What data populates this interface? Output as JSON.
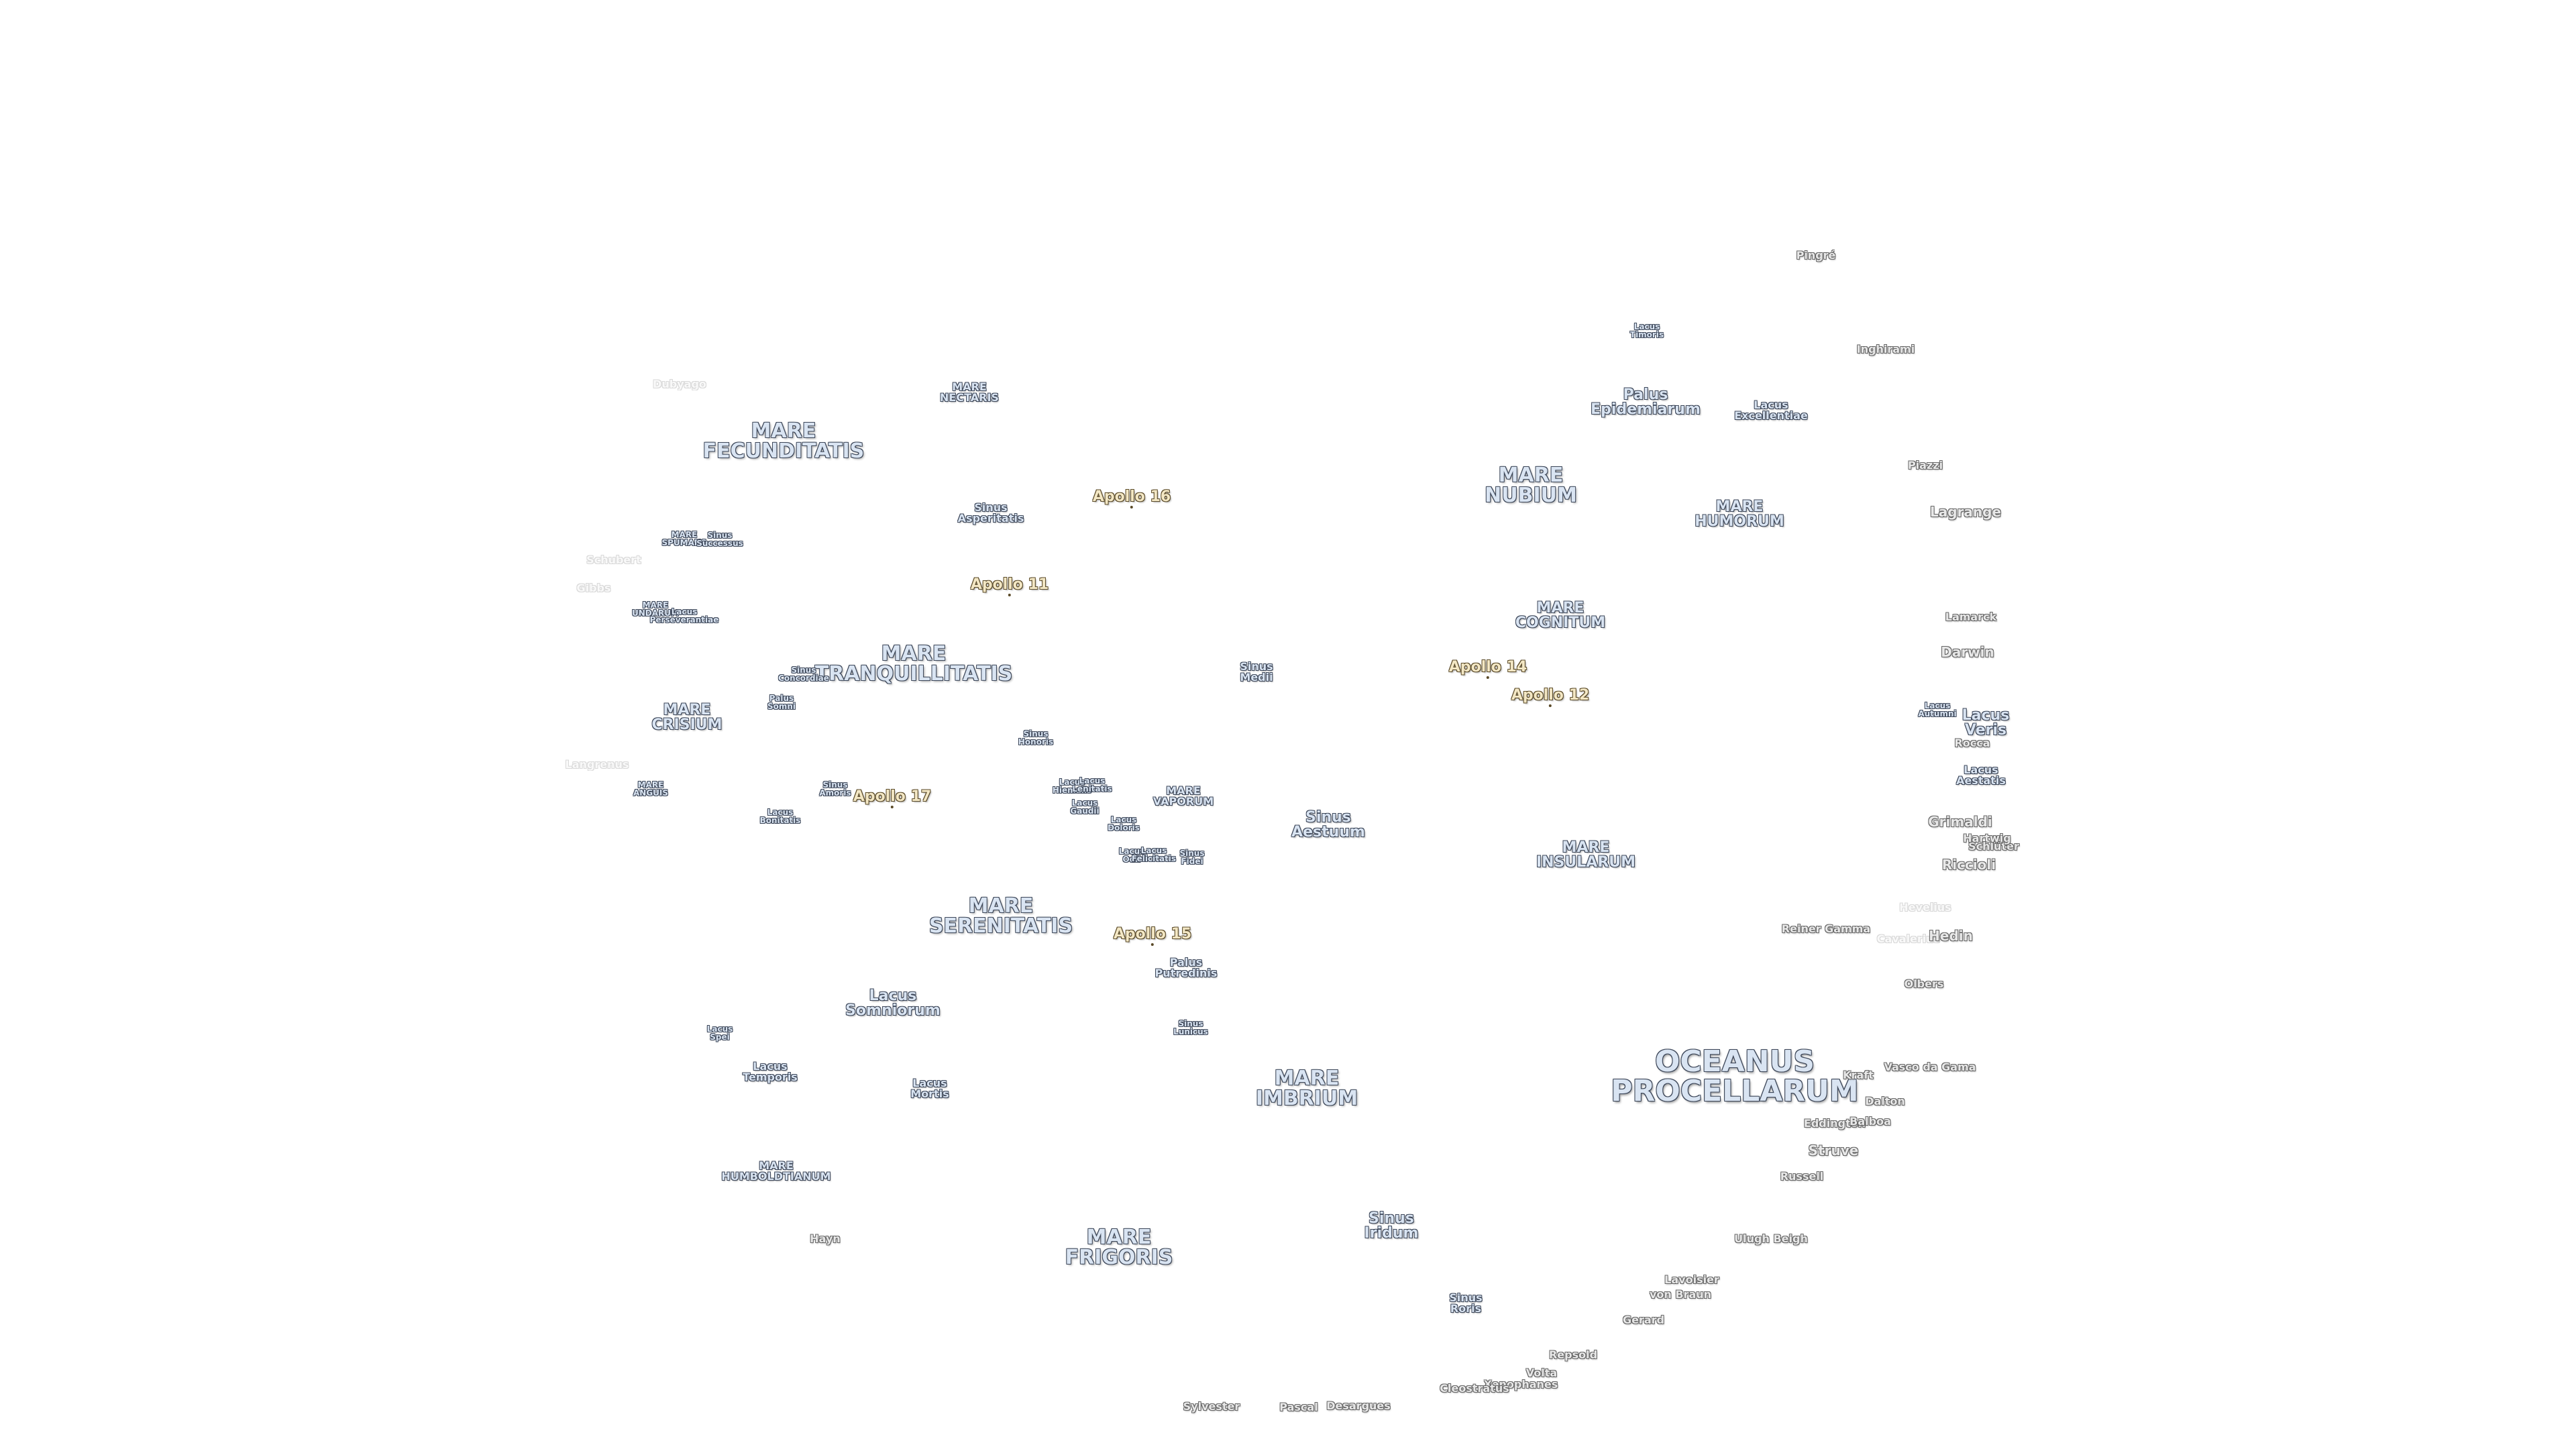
{
  "features": [
    {
      "id": "mare-fecunditatis",
      "lines": [
        "MARE",
        "FECUNDITATIS"
      ],
      "kind": "lg"
    },
    {
      "id": "mare-nectaris",
      "lines": [
        "MARE",
        "NECTARIS"
      ],
      "kind": "sm"
    },
    {
      "id": "mare-spumans",
      "lines": [
        "MARE",
        "SPUMANS"
      ],
      "kind": "xs"
    },
    {
      "id": "sinus-successus",
      "lines": [
        "Sinus",
        "Successus"
      ],
      "kind": "xs"
    },
    {
      "id": "mare-undarum",
      "lines": [
        "MARE",
        "UNDARUM"
      ],
      "kind": "xs"
    },
    {
      "id": "lacus-perseverantiae",
      "lines": [
        "Lacus",
        "Perseverantiae"
      ],
      "kind": "xs"
    },
    {
      "id": "sinus-asperitatis",
      "lines": [
        "Sinus",
        "Asperitatis"
      ],
      "kind": "sm"
    },
    {
      "id": "mare-tranquillitatis",
      "lines": [
        "MARE",
        "TRANQUILLITATIS"
      ],
      "kind": "lg"
    },
    {
      "id": "sinus-concordiae",
      "lines": [
        "Sinus",
        "Concordiae"
      ],
      "kind": "xs"
    },
    {
      "id": "palus-somni",
      "lines": [
        "Palus",
        "Somni"
      ],
      "kind": "xs"
    },
    {
      "id": "mare-crisium",
      "lines": [
        "MARE",
        "CRISIUM"
      ],
      "kind": "md"
    },
    {
      "id": "mare-anguis",
      "lines": [
        "MARE",
        "ANGUIS"
      ],
      "kind": "xs"
    },
    {
      "id": "sinus-amoris",
      "lines": [
        "Sinus",
        "Amoris"
      ],
      "kind": "xs"
    },
    {
      "id": "lacus-bonitatis",
      "lines": [
        "Lacus",
        "Bonitatis"
      ],
      "kind": "xs"
    },
    {
      "id": "sinus-honoris",
      "lines": [
        "Sinus",
        "Honoris"
      ],
      "kind": "xs"
    },
    {
      "id": "lacus-hiemalis",
      "lines": [
        "Lacus",
        "Hiemalis"
      ],
      "kind": "xs"
    },
    {
      "id": "lacus-lenitatis",
      "lines": [
        "Lacus",
        "Lenitatis"
      ],
      "kind": "xs"
    },
    {
      "id": "lacus-gaudii",
      "lines": [
        "Lacus",
        "Gaudii"
      ],
      "kind": "xs"
    },
    {
      "id": "lacus-doloris",
      "lines": [
        "Lacus",
        "Doloris"
      ],
      "kind": "xs"
    },
    {
      "id": "lacus-odii",
      "lines": [
        "Lacus",
        "Odii"
      ],
      "kind": "xs"
    },
    {
      "id": "lacus-felicitatis",
      "lines": [
        "Lacus",
        "Felicitatis"
      ],
      "kind": "xs"
    },
    {
      "id": "sinus-fidei",
      "lines": [
        "Sinus",
        "Fidei"
      ],
      "kind": "xs"
    },
    {
      "id": "mare-vaporum",
      "lines": [
        "MARE",
        "VAPORUM"
      ],
      "kind": "sm"
    },
    {
      "id": "sinus-medii",
      "lines": [
        "Sinus",
        "Medii"
      ],
      "kind": "sm"
    },
    {
      "id": "sinus-aestuum",
      "lines": [
        "Sinus",
        "Aestuum"
      ],
      "kind": "md"
    },
    {
      "id": "mare-serenitatis",
      "lines": [
        "MARE",
        "SERENITATIS"
      ],
      "kind": "lg"
    },
    {
      "id": "palus-putredinis",
      "lines": [
        "Palus",
        "Putredinis"
      ],
      "kind": "sm"
    },
    {
      "id": "lacus-somniorum",
      "lines": [
        "Lacus",
        "Somniorum"
      ],
      "kind": "md"
    },
    {
      "id": "lacus-spei",
      "lines": [
        "Lacus",
        "Spei"
      ],
      "kind": "xs"
    },
    {
      "id": "lacus-temporis",
      "lines": [
        "Lacus",
        "Temporis"
      ],
      "kind": "sm"
    },
    {
      "id": "lacus-mortis",
      "lines": [
        "Lacus",
        "Mortis"
      ],
      "kind": "sm"
    },
    {
      "id": "sinus-lunicus",
      "lines": [
        "Sinus",
        "Lunicus"
      ],
      "kind": "xs"
    },
    {
      "id": "mare-imbrium",
      "lines": [
        "MARE",
        "IMBRIUM"
      ],
      "kind": "lg"
    },
    {
      "id": "mare-humboldtianum",
      "lines": [
        "MARE",
        "HUMBOLDTIANUM"
      ],
      "kind": "sm"
    },
    {
      "id": "mare-frigoris",
      "lines": [
        "MARE",
        "FRIGORIS"
      ],
      "kind": "lg"
    },
    {
      "id": "sinus-iridum",
      "lines": [
        "Sinus",
        "Iridum"
      ],
      "kind": "md"
    },
    {
      "id": "sinus-roris",
      "lines": [
        "Sinus",
        "Roris"
      ],
      "kind": "sm"
    },
    {
      "id": "mare-nubium",
      "lines": [
        "MARE",
        "NUBIUM"
      ],
      "kind": "lg"
    },
    {
      "id": "mare-cognitum",
      "lines": [
        "MARE",
        "COGNITUM"
      ],
      "kind": "md"
    },
    {
      "id": "mare-insularum",
      "lines": [
        "MARE",
        "INSULARUM"
      ],
      "kind": "md"
    },
    {
      "id": "lacus-timoris",
      "lines": [
        "Lacus",
        "Timoris"
      ],
      "kind": "xs"
    },
    {
      "id": "palus-epidemiarum",
      "lines": [
        "Palus",
        "Epidemiarum"
      ],
      "kind": "md"
    },
    {
      "id": "lacus-excellentiae",
      "lines": [
        "Lacus",
        "Excellentiae"
      ],
      "kind": "sm"
    },
    {
      "id": "mare-humorum",
      "lines": [
        "MARE",
        "HUMORUM"
      ],
      "kind": "md"
    },
    {
      "id": "lacus-autumni-small",
      "lines": [
        "Lacus",
        "Autumni"
      ],
      "kind": "xs"
    },
    {
      "id": "lacus-veris",
      "lines": [
        "Lacus",
        "Veris"
      ],
      "kind": "md"
    },
    {
      "id": "lacus-aestatis",
      "lines": [
        "Lacus",
        "Aestatis"
      ],
      "kind": "sm"
    },
    {
      "id": "oceanus-procellarum",
      "lines": [
        "OCEANUS",
        "PROCELLARUM"
      ],
      "kind": "xl"
    }
  ],
  "apollo_sites": [
    {
      "id": "apollo-16",
      "label": "Apollo 16"
    },
    {
      "id": "apollo-11",
      "label": "Apollo 11"
    },
    {
      "id": "apollo-17",
      "label": "Apollo 17"
    },
    {
      "id": "apollo-15",
      "label": "Apollo 15"
    },
    {
      "id": "apollo-14",
      "label": "Apollo 14"
    },
    {
      "id": "apollo-12",
      "label": "Apollo 12"
    }
  ],
  "craters": [
    {
      "id": "pingre",
      "label": "Pingré",
      "faint": false
    },
    {
      "id": "inghirami",
      "label": "Inghirami",
      "faint": false
    },
    {
      "id": "piazzi",
      "label": "Piazzi",
      "faint": false
    },
    {
      "id": "lagrange",
      "label": "Lagrange",
      "faint": false
    },
    {
      "id": "lamarck",
      "label": "Lamarck",
      "faint": false
    },
    {
      "id": "darwin",
      "label": "Darwin",
      "faint": false
    },
    {
      "id": "rocca",
      "label": "Rocca",
      "faint": false
    },
    {
      "id": "grimaldi",
      "label": "Grimaldi",
      "faint": false
    },
    {
      "id": "schluter",
      "label": "Schlüter",
      "faint": false
    },
    {
      "id": "hartwig",
      "label": "Hartwig",
      "faint": false
    },
    {
      "id": "riccioli",
      "label": "Riccioli",
      "faint": false
    },
    {
      "id": "hevelius",
      "label": "Hevelius",
      "faint": true
    },
    {
      "id": "cavalerius",
      "label": "Cavalerius",
      "faint": true
    },
    {
      "id": "hedin",
      "label": "Hedin",
      "faint": false
    },
    {
      "id": "reiner-gamma",
      "label": "Reiner Gamma",
      "faint": false
    },
    {
      "id": "olbers",
      "label": "Olbers",
      "faint": false
    },
    {
      "id": "kraft",
      "label": "Kraft",
      "faint": false
    },
    {
      "id": "vasco-da-gama",
      "label": "Vasco da Gama",
      "faint": false
    },
    {
      "id": "dalton",
      "label": "Dalton",
      "faint": false
    },
    {
      "id": "eddington",
      "label": "Eddington",
      "faint": false
    },
    {
      "id": "balboa",
      "label": "Balboa",
      "faint": false
    },
    {
      "id": "struve",
      "label": "Struve",
      "faint": false
    },
    {
      "id": "russell",
      "label": "Russell",
      "faint": false
    },
    {
      "id": "ulugh-beigh",
      "label": "Ulugh Beigh",
      "faint": false
    },
    {
      "id": "lavoisier",
      "label": "Lavoisier",
      "faint": false
    },
    {
      "id": "von-braun",
      "label": "von Braun",
      "faint": false
    },
    {
      "id": "gerard",
      "label": "Gerard",
      "faint": false
    },
    {
      "id": "repsold",
      "label": "Repsold",
      "faint": false
    },
    {
      "id": "volta",
      "label": "Volta",
      "faint": false
    },
    {
      "id": "xenophanes",
      "label": "Xenophanes",
      "faint": false
    },
    {
      "id": "cleostratus",
      "label": "Cleostratus",
      "faint": false
    },
    {
      "id": "sylvester",
      "label": "Sylvester",
      "faint": false
    },
    {
      "id": "pascal",
      "label": "Pascal",
      "faint": false
    },
    {
      "id": "desargues",
      "label": "Desargues",
      "faint": false
    },
    {
      "id": "hayn",
      "label": "Hayn",
      "faint": false
    },
    {
      "id": "schubert",
      "label": "Schubert",
      "faint": true
    },
    {
      "id": "gibbs",
      "label": "Gibbs",
      "faint": true
    },
    {
      "id": "langrenus",
      "label": "Langrenus",
      "faint": true
    },
    {
      "id": "dubyago",
      "label": "Dubyago",
      "faint": true
    }
  ]
}
